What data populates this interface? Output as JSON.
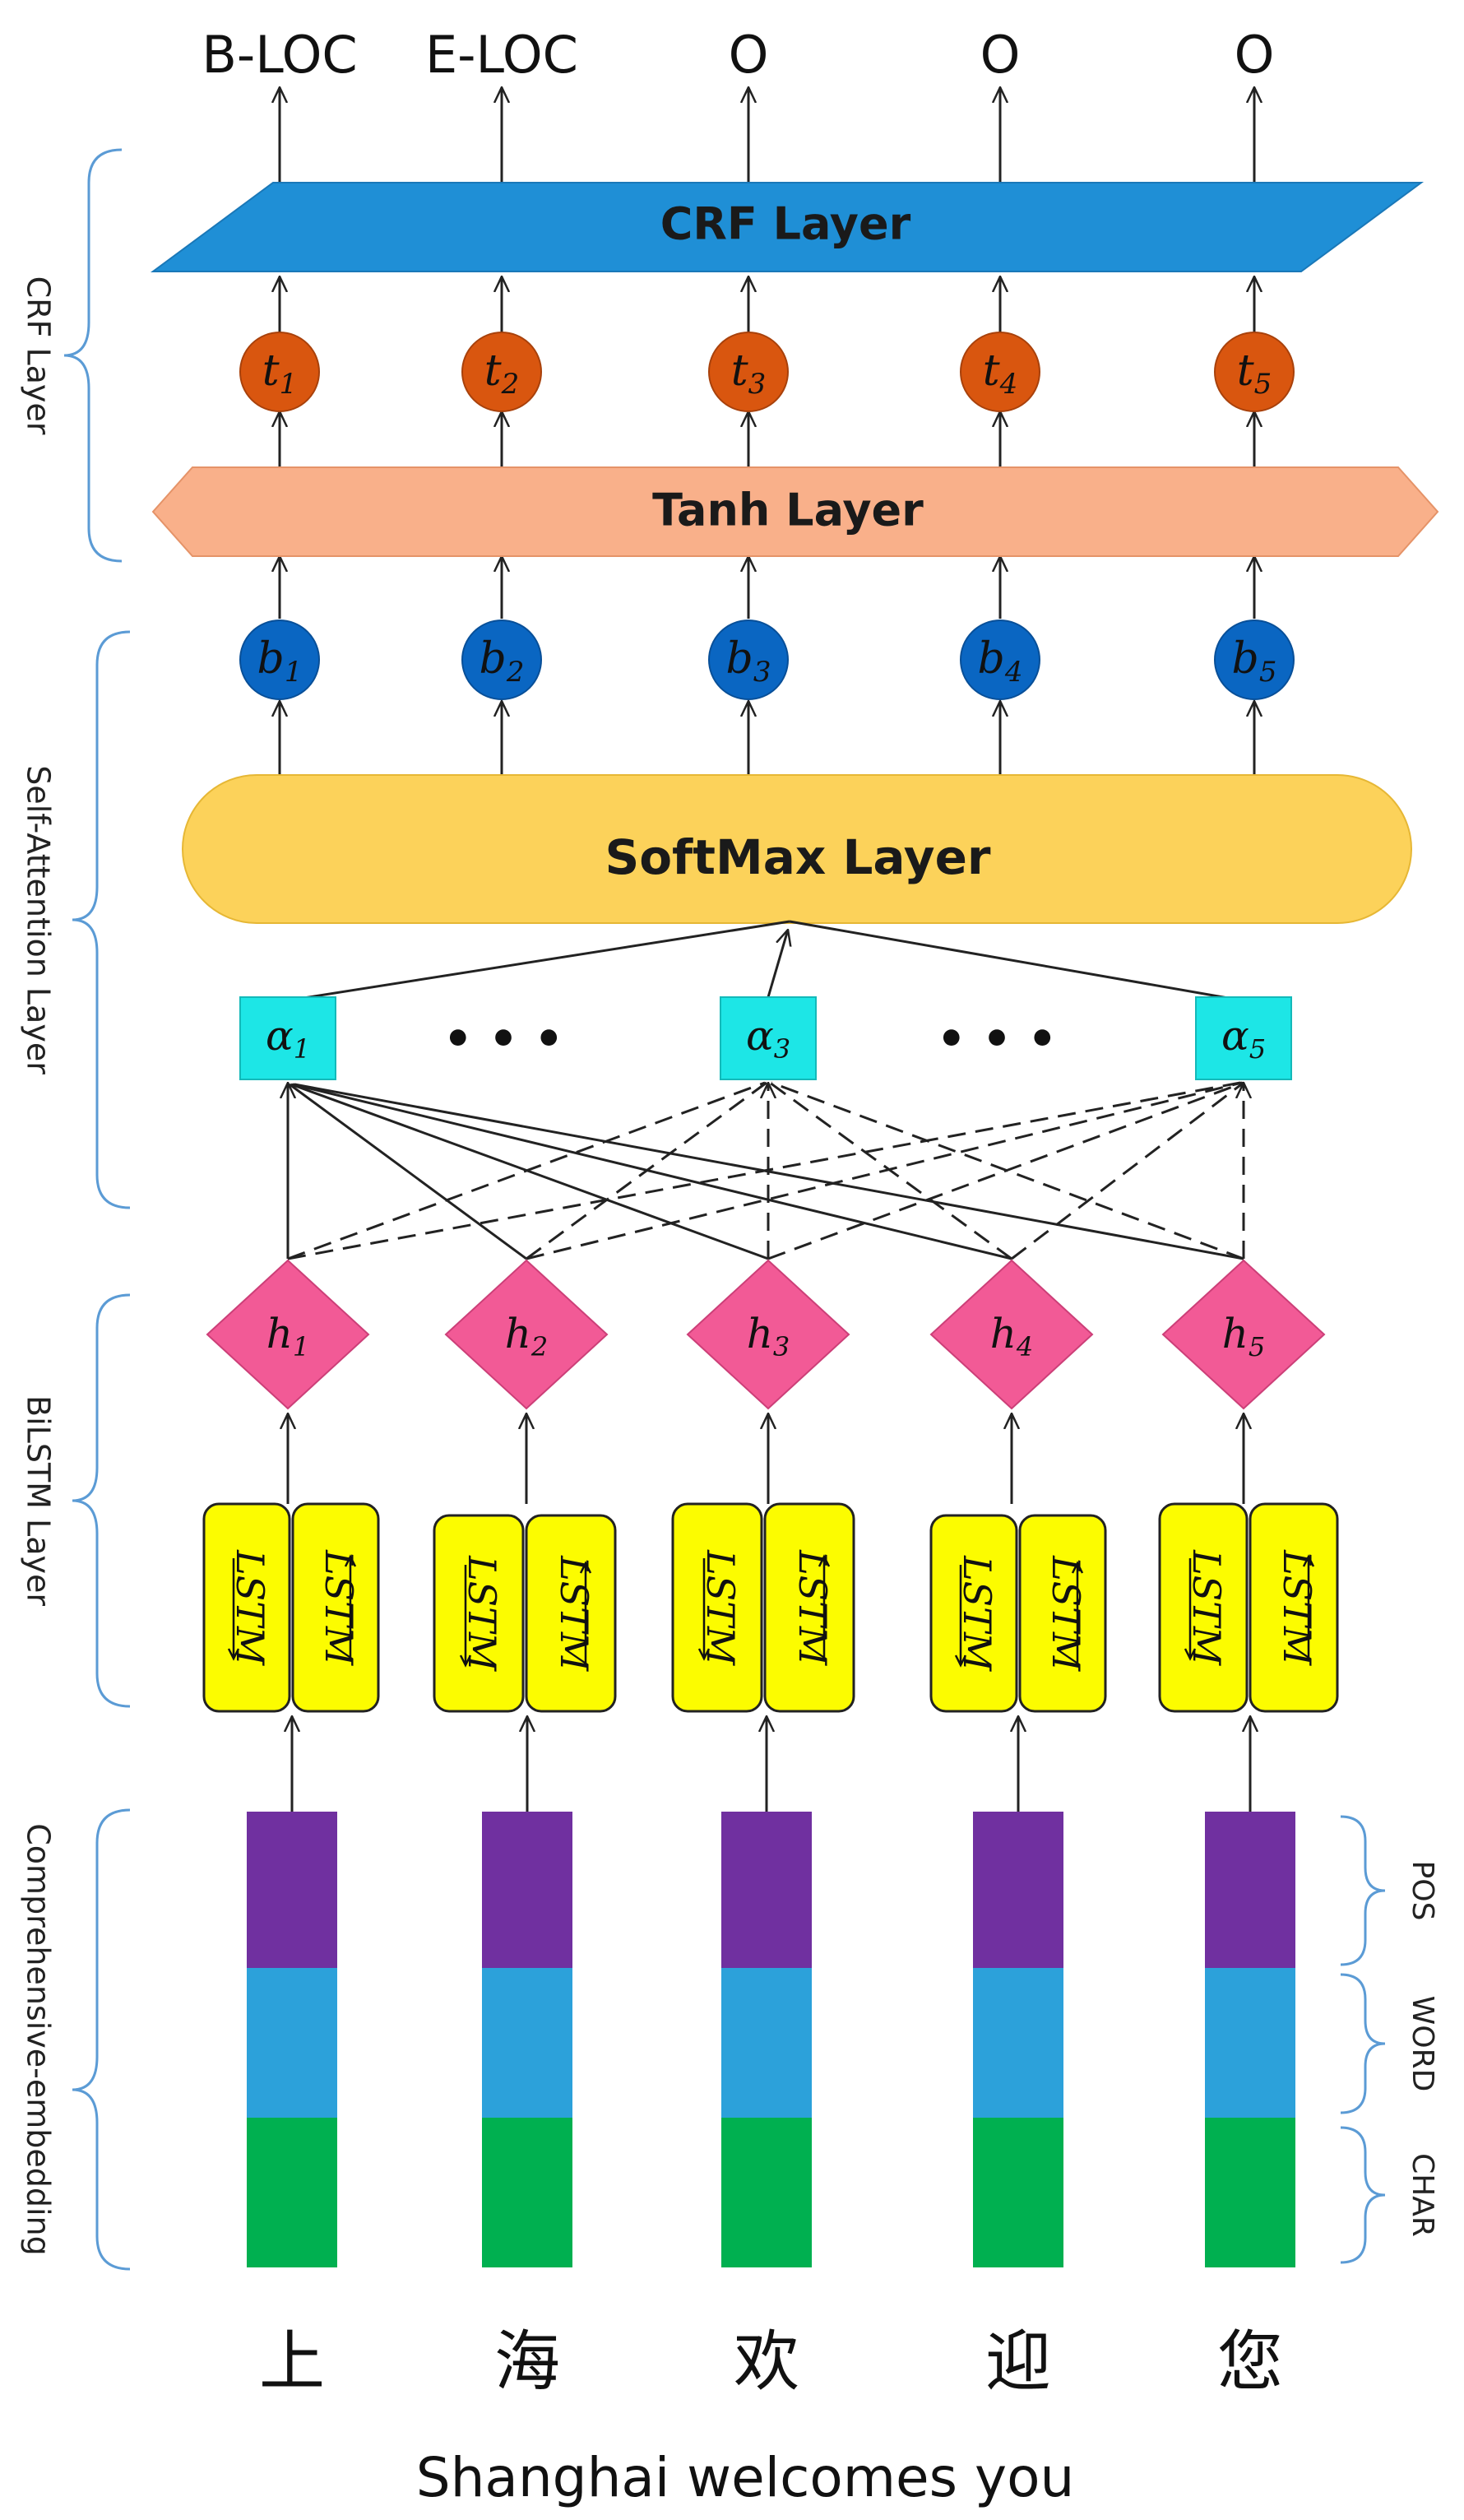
{
  "output_tags": [
    "B-LOC",
    "E-LOC",
    "O",
    "O",
    "O"
  ],
  "sections": {
    "crf": "CRF Layer",
    "attention": "Self-Attention Layer",
    "bilstm": "BiLSTM Layer",
    "embedding": "Comprehensive-embedding"
  },
  "layers": {
    "crf": "CRF Layer",
    "tanh": "Tanh Layer",
    "softmax": "SoftMax Layer"
  },
  "t_nodes": [
    {
      "base": "t",
      "sub": "1"
    },
    {
      "base": "t",
      "sub": "2"
    },
    {
      "base": "t",
      "sub": "3"
    },
    {
      "base": "t",
      "sub": "4"
    },
    {
      "base": "t",
      "sub": "5"
    }
  ],
  "b_nodes": [
    {
      "base": "b",
      "sub": "1"
    },
    {
      "base": "b",
      "sub": "2"
    },
    {
      "base": "b",
      "sub": "3"
    },
    {
      "base": "b",
      "sub": "4"
    },
    {
      "base": "b",
      "sub": "5"
    }
  ],
  "alpha_nodes": [
    {
      "base": "α",
      "sub": "1"
    },
    {
      "base": "α",
      "sub": "3"
    },
    {
      "base": "α",
      "sub": "5"
    }
  ],
  "ellipsis": "• • •",
  "h_nodes": [
    {
      "base": "h",
      "sub": "1"
    },
    {
      "base": "h",
      "sub": "2"
    },
    {
      "base": "h",
      "sub": "3"
    },
    {
      "base": "h",
      "sub": "4"
    },
    {
      "base": "h",
      "sub": "5"
    }
  ],
  "lstm_label": "LSTM",
  "embedding_labels": [
    "POS",
    "WORD",
    "CHAR"
  ],
  "characters": [
    "上",
    "海",
    "欢",
    "迎",
    "您"
  ],
  "caption": "Shanghai welcomes you",
  "colors": {
    "crf_layer": "#1f8fd6",
    "tanh_layer": "#f9b08a",
    "softmax_layer": "#fcd25a",
    "t_node": "#d9560f",
    "b_node": "#0a66c2",
    "alpha_node": "#1de6e6",
    "h_node": "#f25a96",
    "lstm": "#fcfc00",
    "pos": "#7030a0",
    "word": "#2ca1da",
    "char": "#00b050",
    "bracket": "#5b9bd5"
  }
}
